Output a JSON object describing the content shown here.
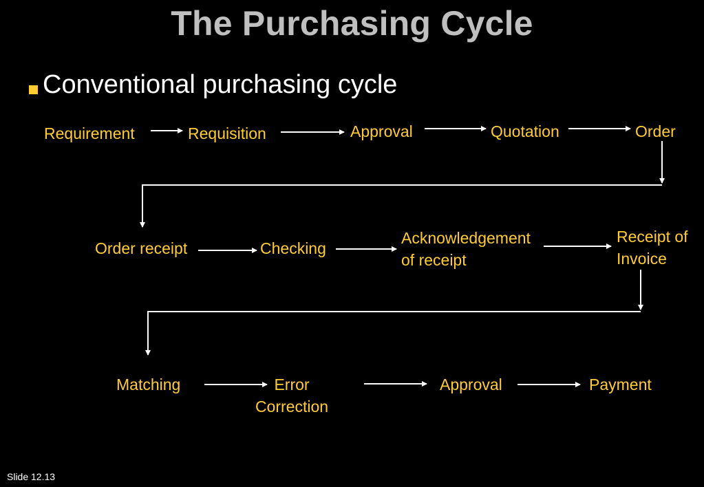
{
  "slide": {
    "title": "The Purchasing Cycle",
    "bullet": "Conventional purchasing cycle",
    "footer": "Slide 12.13"
  },
  "diagram": {
    "row1": [
      "Requirement",
      "Requisition",
      "Approval",
      "Quotation",
      "Order"
    ],
    "row2": [
      {
        "lines": [
          "Order receipt"
        ]
      },
      {
        "lines": [
          "Checking"
        ]
      },
      {
        "lines": [
          "Acknowledgement",
          "of receipt"
        ]
      },
      {
        "lines": [
          "Receipt of",
          "Invoice"
        ]
      }
    ],
    "row3": [
      {
        "lines": [
          "Matching"
        ]
      },
      {
        "lines": [
          "Error",
          "Correction"
        ]
      },
      {
        "lines": [
          "Approval"
        ]
      },
      {
        "lines": [
          "Payment"
        ]
      }
    ]
  },
  "colors": {
    "background": "#000000",
    "title": "#bfbfbf",
    "node_text": "#ffcc33",
    "bullet_marker": "#ffcc33",
    "arrow": "#ffffff"
  }
}
